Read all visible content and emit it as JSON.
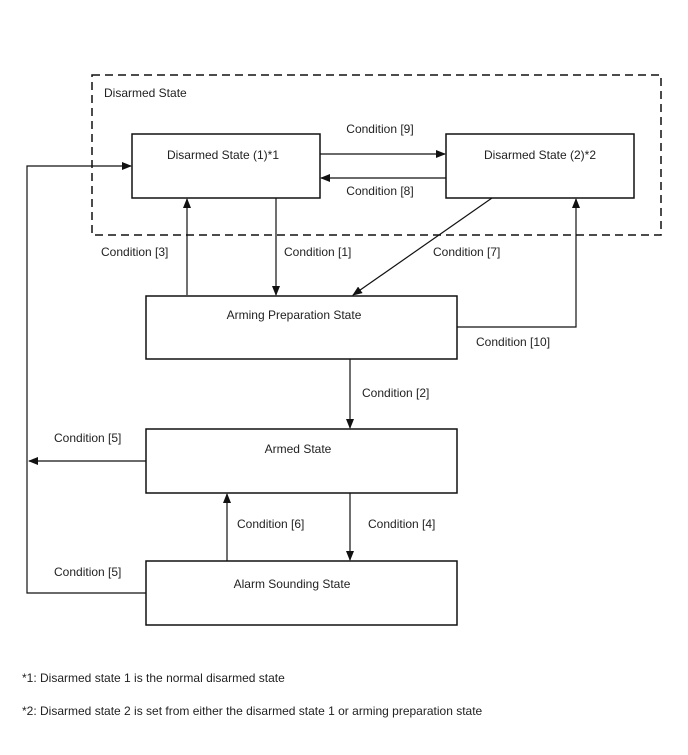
{
  "group": {
    "label": "Disarmed State"
  },
  "states": {
    "disarmed_1": "Disarmed State (1)*1",
    "disarmed_2": "Disarmed State (2)*2",
    "arming_preparation": "Arming Preparation State",
    "armed": "Armed State",
    "alarm_sounding": "Alarm Sounding State"
  },
  "conditions": {
    "c1": "Condition [1]",
    "c2": "Condition [2]",
    "c3": "Condition [3]",
    "c4": "Condition [4]",
    "c5_top": "Condition [5]",
    "c5_bottom": "Condition [5]",
    "c6": "Condition [6]",
    "c7": "Condition [7]",
    "c8": "Condition [8]",
    "c9": "Condition [9]",
    "c10": "Condition [10]"
  },
  "notes": {
    "note_1": "*1: Disarmed state 1 is the normal disarmed state",
    "note_2": "*2: Disarmed state 2 is set from either the disarmed state 1 or arming preparation state"
  }
}
